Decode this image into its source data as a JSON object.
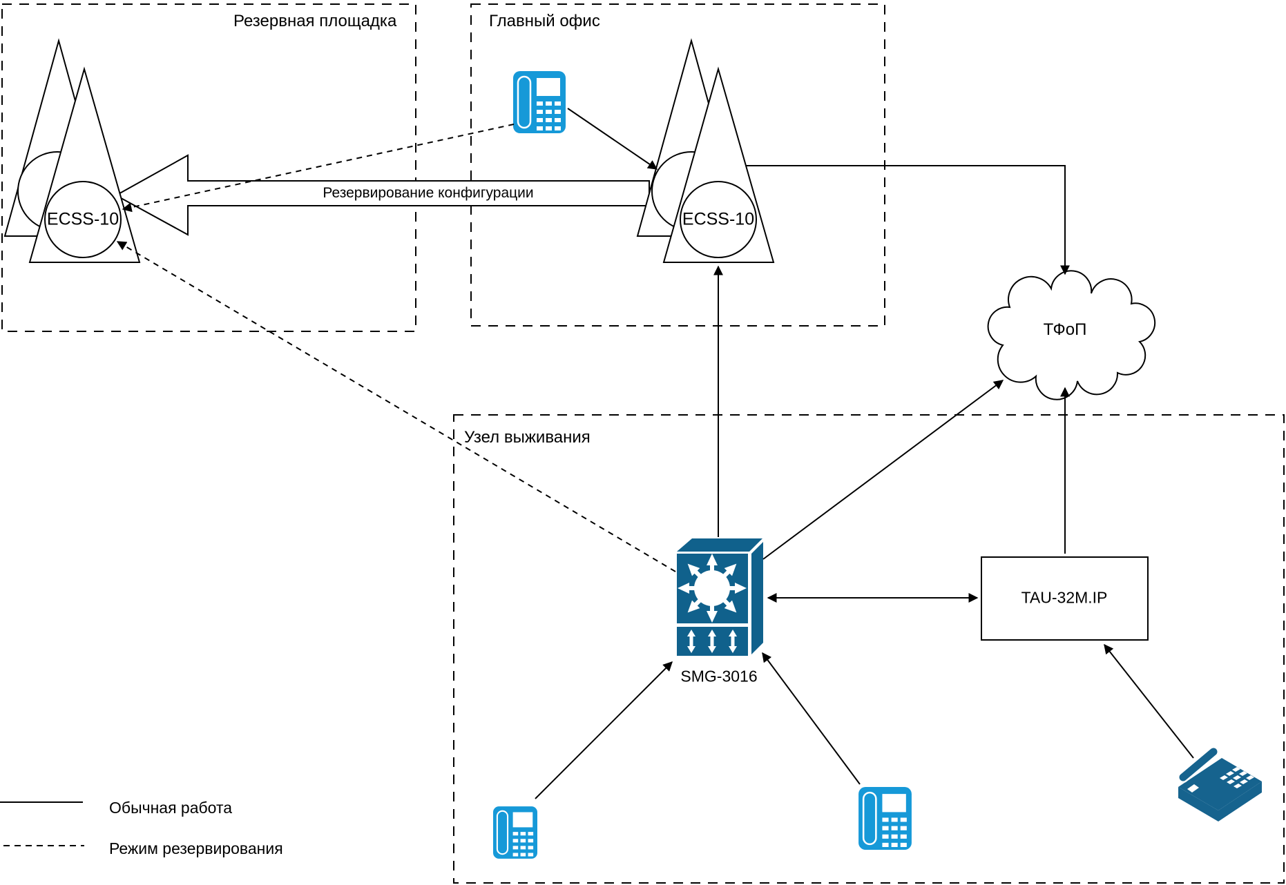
{
  "titles": {
    "reserve": "Резервная площадка",
    "office": "Главный офис",
    "survival": "Узел выживания"
  },
  "nodes": {
    "ecss_reserve": "ECSS-10",
    "ecss_office": "ECSS-10",
    "smg": "SMG-3016",
    "tau": "TAU-32M.IP",
    "cloud": "ТФоП"
  },
  "banner": {
    "label": "Резервирование конфигурации"
  },
  "legend": [
    {
      "style": "solid",
      "label": "Обычная работа"
    },
    {
      "style": "dashed",
      "label": "Режим резервирования"
    }
  ],
  "colors": {
    "phone": "#1699D8",
    "device": "#10618C",
    "analog_phone": "#16638E",
    "stroke": "#000000",
    "background": "#FFFFFF"
  }
}
